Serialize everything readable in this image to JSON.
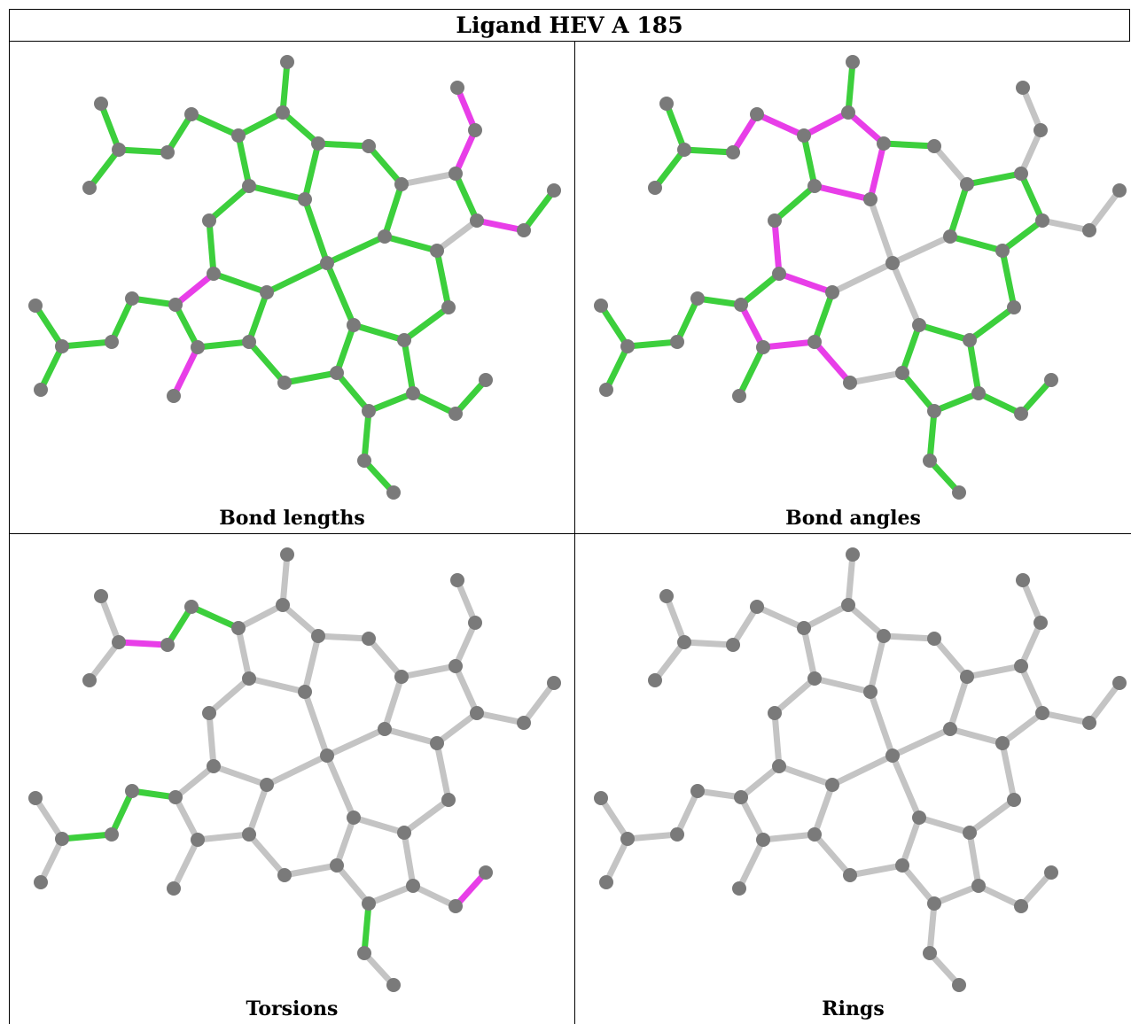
{
  "title": "Ligand HEV A 185",
  "panels": [
    {
      "key": "lengths",
      "caption": "Bond lengths"
    },
    {
      "key": "angles",
      "caption": "Bond angles"
    },
    {
      "key": "torsions",
      "caption": "Torsions"
    },
    {
      "key": "rings",
      "caption": "Rings"
    }
  ],
  "colors": {
    "ok": "#3ccf3c",
    "outlier": "#e83ee8",
    "neutral": "#c4c4c4",
    "atom": "#7a7a7a"
  }
}
